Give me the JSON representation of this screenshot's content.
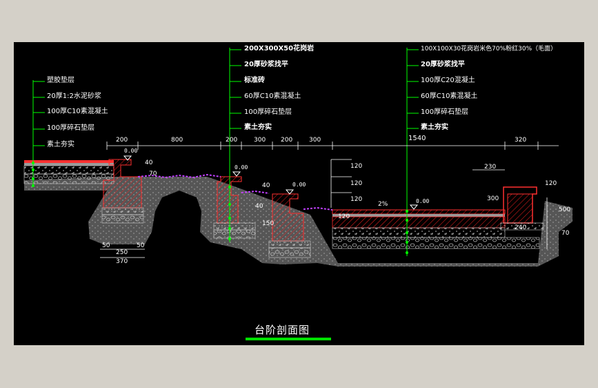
{
  "drawing": {
    "title": "台阶剖面图"
  },
  "callouts": {
    "left": [
      "塑胶垫层",
      "20厚1:2水泥砂浆",
      "100厚C10素混凝土",
      "100厚碎石垫层",
      "素土夯实"
    ],
    "middle": [
      "200X300X50花岗岩",
      "20厚砂浆找平",
      "标准砖",
      "60厚C10素混凝土",
      "100厚碎石垫层",
      "素土夯实"
    ],
    "right": [
      "100X100X30花岗岩米色70%粉红30%（毛面）",
      "20厚砂浆找平",
      "100厚C20混凝土",
      "60厚C10素混凝土",
      "100厚碎石垫层",
      "素土夯实"
    ]
  },
  "dimensions": {
    "top_row": [
      "200",
      "800",
      "200",
      "300",
      "200",
      "300",
      "1540",
      "320"
    ],
    "left_bottom": [
      "50",
      "250",
      "370",
      "50"
    ],
    "right_pad": [
      "230",
      "300",
      "240",
      "120",
      "70",
      "500"
    ],
    "vertical_mid": [
      "120",
      "120",
      "120",
      "40",
      "150",
      "40"
    ],
    "small": [
      "40",
      "70",
      "2%",
      "120"
    ]
  },
  "levels": [
    "0.00",
    "0.00",
    "0.00",
    "0.00"
  ],
  "colors": {
    "leader": "#00ff00",
    "hatch": "#ff2020",
    "pavement": "#ff3030",
    "grass": "#c040ff",
    "soil": "#8a8a8a",
    "text": "#ffffff",
    "background": "#000000"
  }
}
